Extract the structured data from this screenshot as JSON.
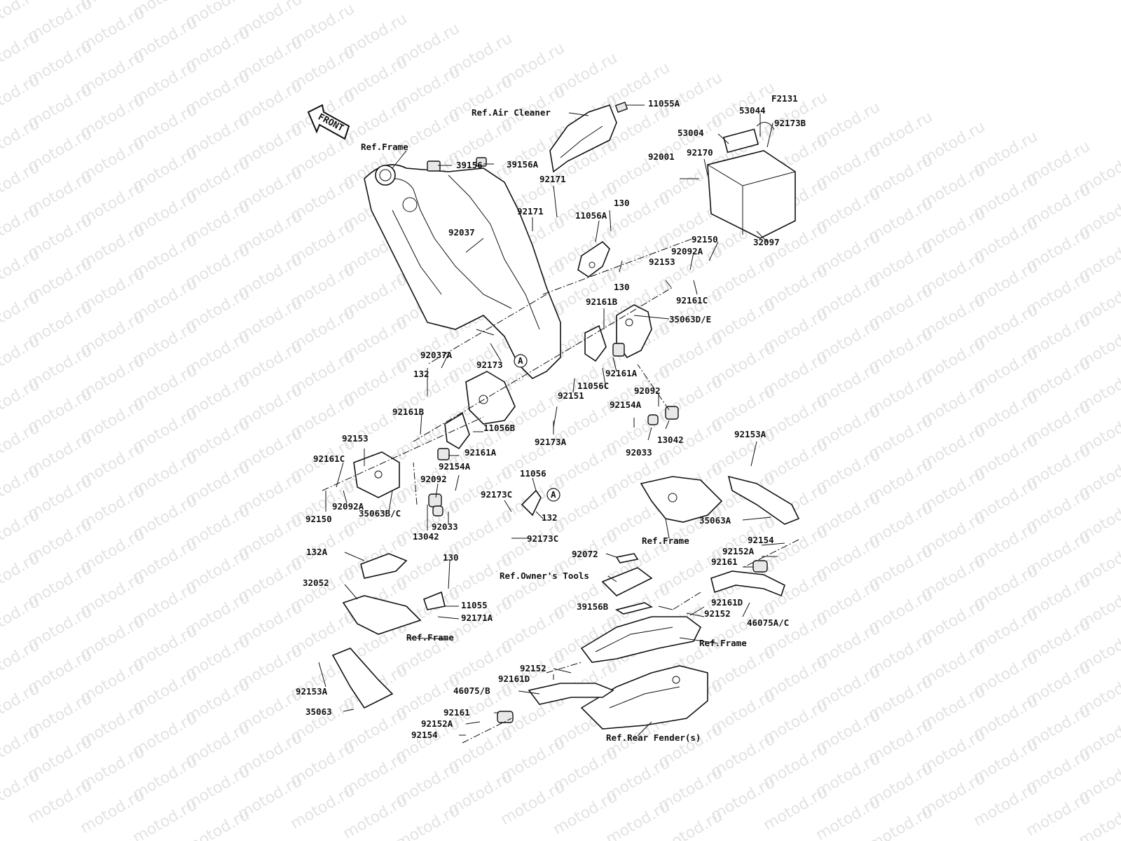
{
  "watermark": "motod.ru",
  "diagram_id": "F2131",
  "front_label": "FRONT",
  "callout_letter": "A",
  "labels": {
    "ref_air_cleaner": "Ref.Air Cleaner",
    "p11055A": "11055A",
    "p53044": "53044",
    "p92173B": "92173B",
    "p53004": "53004",
    "p92170": "92170",
    "p92001": "92001",
    "p32097": "32097",
    "ref_frame_top": "Ref.Frame",
    "p39156": "39156",
    "p39156A": "39156A",
    "p92171_a": "92171",
    "p92171_b": "92171",
    "p11056A": "11056A",
    "p130_a": "130",
    "p130_b": "130",
    "p92037": "92037",
    "p92150_r": "92150",
    "p92092A_r": "92092A",
    "p92153_r": "92153",
    "p92161C_r": "92161C",
    "p92161B_r": "92161B",
    "p35063DE": "35063D/E",
    "p92037A": "92037A",
    "p132_a": "132",
    "p92173": "92173",
    "p92161A_r": "92161A",
    "p11056C": "11056C",
    "p92151": "92151",
    "p92092_r": "92092",
    "p92154A_r": "92154A",
    "p92161B_l": "92161B",
    "p11056B": "11056B",
    "p92173A": "92173A",
    "p13042_r": "13042",
    "p92033_r": "92033",
    "p92153A_r": "92153A",
    "p92153_l": "92153",
    "p92161A_l": "92161A",
    "p92161C_l": "92161C",
    "p92154A_l": "92154A",
    "p11056": "11056",
    "p92092_l": "92092",
    "p92173C_a": "92173C",
    "p92150_l": "92150",
    "p92092A_l": "92092A",
    "p35063BC": "35063B/C",
    "p92033_l": "92033",
    "p132_b": "132",
    "p13042_l": "13042",
    "p92173C_b": "92173C",
    "p35063A": "35063A",
    "ref_frame_mid": "Ref.Frame",
    "p92154_r": "92154",
    "p132A": "132A",
    "p130_c": "130",
    "p92072": "92072",
    "p92152A_r": "92152A",
    "p92161_r": "92161",
    "ref_owners_tools": "Ref.Owner's Tools",
    "p32052": "32052",
    "p11055": "11055",
    "p92161D_r": "92161D",
    "p39156B": "39156B",
    "p92152_r": "92152",
    "p92171A": "92171A",
    "p46075AC": "46075A/C",
    "ref_frame_lower": "Ref.Frame",
    "ref_frame_right": "Ref.Frame",
    "p92152_l": "92152",
    "p92161D_l": "92161D",
    "p46075B": "46075/B",
    "p92153A_l": "92153A",
    "p92161_l": "92161",
    "p35063": "35063",
    "p92152A_l": "92152A",
    "p92154_l": "92154",
    "ref_rear_fender": "Ref.Rear Fender(s)"
  }
}
